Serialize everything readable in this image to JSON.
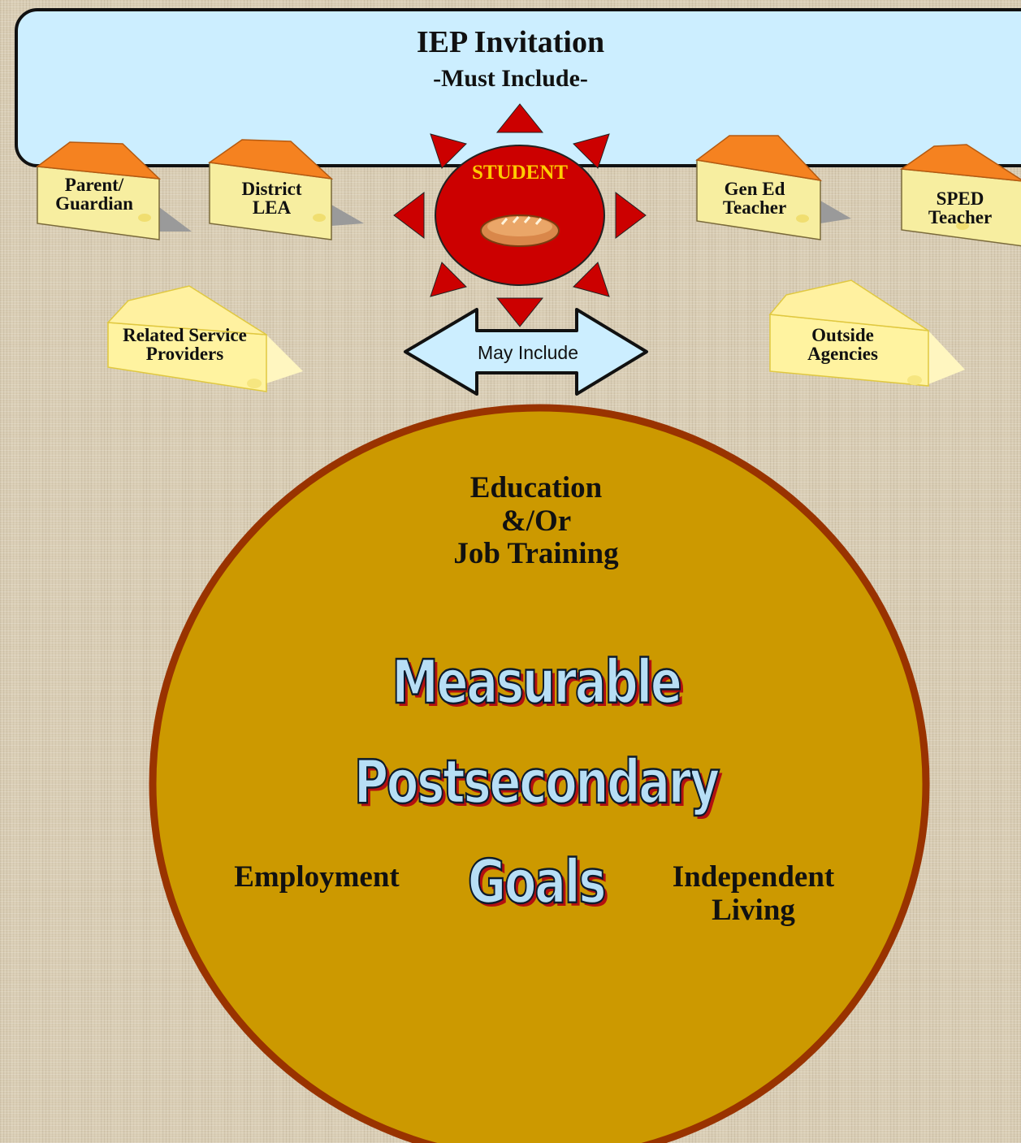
{
  "invitation": {
    "title": "IEP Invitation",
    "subtitle": "-Must  Include-"
  },
  "required_members": [
    {
      "line1": "Parent/",
      "line2": "Guardian"
    },
    {
      "line1": "District",
      "line2": "LEA"
    },
    {
      "line1": "Gen Ed",
      "line2": "Teacher"
    },
    {
      "line1": "SPED",
      "line2": "Teacher"
    }
  ],
  "student": {
    "label": "STUDENT"
  },
  "optional": {
    "label": "May Include",
    "members": [
      {
        "line1": "Related Service",
        "line2": "Providers"
      },
      {
        "line1": "Outside",
        "line2": "Agencies"
      }
    ]
  },
  "goals": {
    "line1": "Measurable",
    "line2": "Postsecondary",
    "line3": "Goals",
    "areas": {
      "education_1": "Education",
      "education_2": "&/Or",
      "education_3": "Job Training",
      "employment": "Employment",
      "independent_1": "Independent",
      "independent_2": "Living"
    }
  },
  "colors": {
    "invitation_fill": "#cceeff",
    "cheese_rind": "#f58220",
    "cheese_body": "#f7eea0",
    "optional_cheese": "#fff3a0",
    "sun": "#cc0000",
    "circle_fill": "#cc9900",
    "circle_border": "#993300"
  }
}
